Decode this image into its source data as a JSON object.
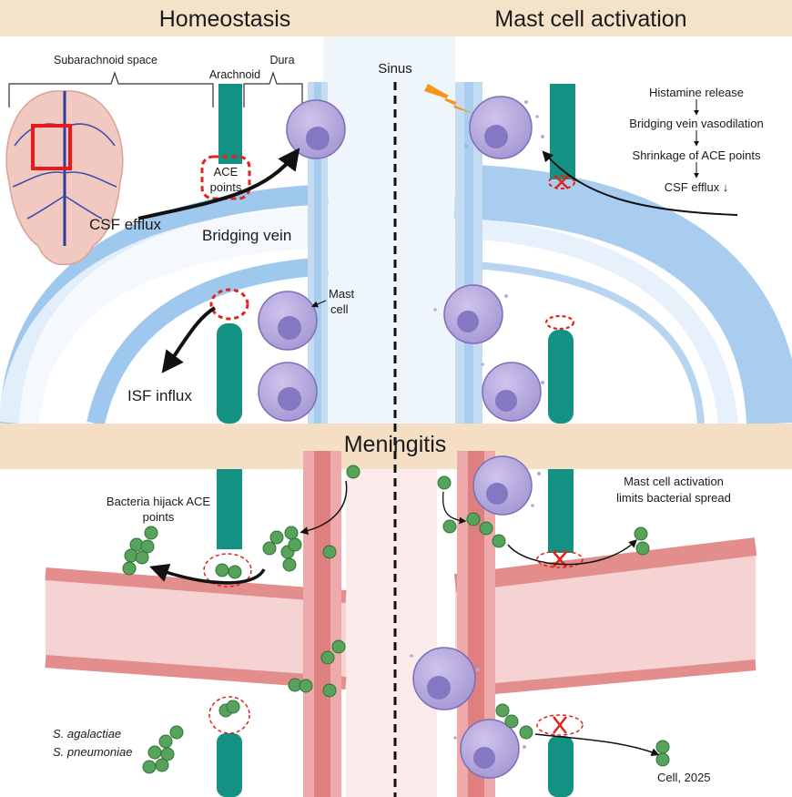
{
  "headers": {
    "left": "Homeostasis",
    "right": "Mast cell activation",
    "middle": "Meningitis"
  },
  "labels": {
    "subarachnoid_space": "Subarachnoid space",
    "arachnoid": "Arachnoid",
    "dura": "Dura",
    "sinus": "Sinus",
    "ace_points_line1": "ACE",
    "ace_points_line2": "points",
    "csf_efflux": "CSF efflux",
    "bridging_vein": "Bridging vein",
    "mast_cell_line1": "Mast",
    "mast_cell_line2": "cell",
    "isf_influx": "ISF influx",
    "bacteria_hijack_line1": "Bacteria hijack ACE",
    "bacteria_hijack_line2": "points",
    "mast_limits_line1": "Mast cell activation",
    "mast_limits_line2": "limits bacterial spread",
    "species_1": "S. agalactiae",
    "species_2": "S. pneumoniae",
    "citation": "Cell, 2025"
  },
  "cascade": [
    "Histamine release",
    "Bridging vein vasodilation",
    "Shrinkage of ACE points",
    "CSF efflux ↓"
  ],
  "colors": {
    "header_band": "#f5e3c9",
    "vein_blue": "#9fc8ef",
    "sinus_blue": "#e9f3fb",
    "artery_red": "#e48d8d",
    "artery_pink": "#f6d3d3",
    "arachnoid_teal": "#139183",
    "mast_cell": "#b9abdc",
    "mast_nucleus": "#8578c2",
    "bacteria_green": "#57a35b",
    "ace_dashed_red": "#e0231b",
    "lightning": "#f5961e"
  }
}
